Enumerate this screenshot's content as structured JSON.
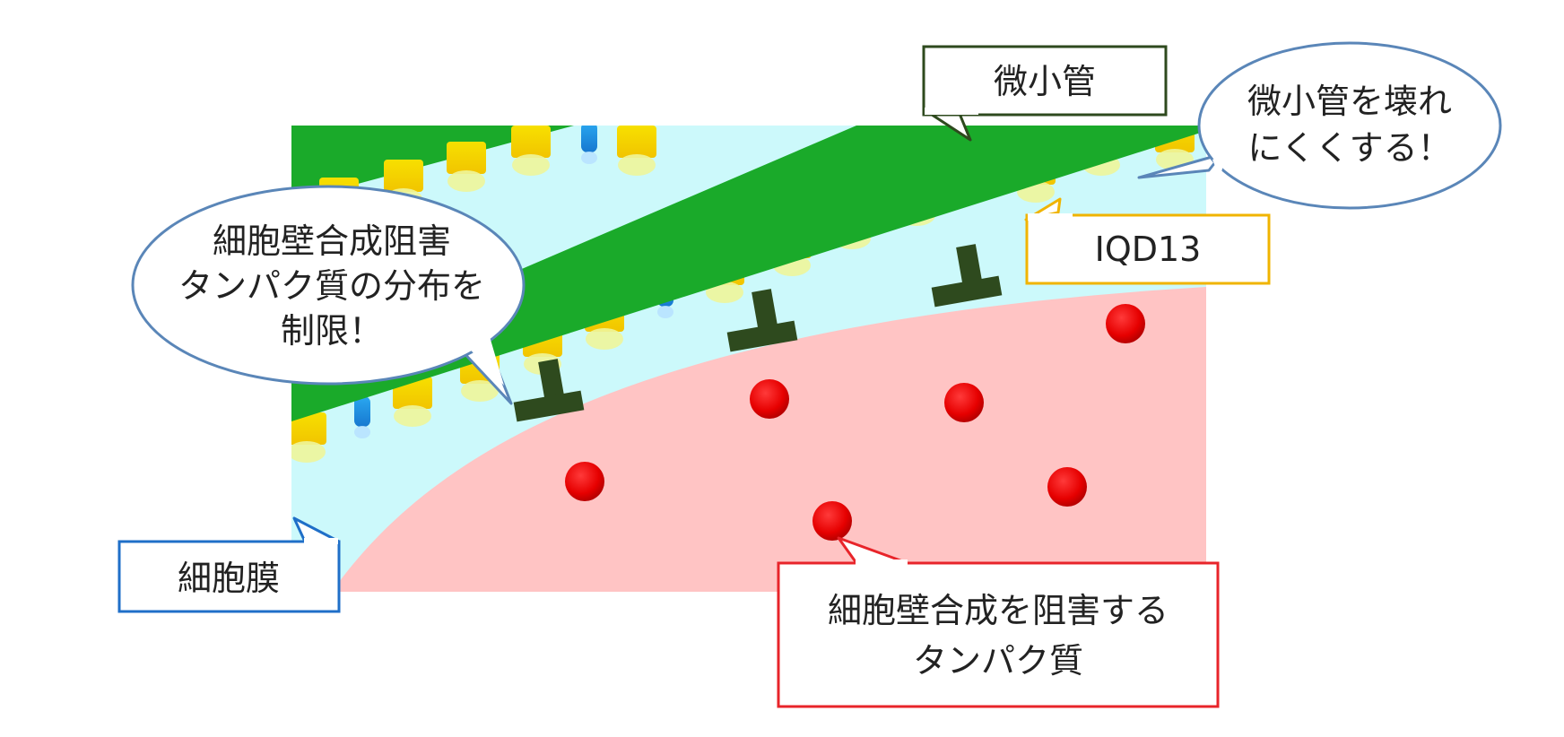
{
  "labels": {
    "microtubule": "微小管",
    "stabilize": [
      "微小管を壊れ",
      "にくくする！"
    ],
    "iqd13": "IQD13",
    "restrict": [
      "細胞壁合成阻害",
      "タンパク質の分布を",
      "制限！"
    ],
    "membrane": "細胞膜",
    "inhibitor_protein": [
      "細胞壁合成を阻害する",
      "タンパク質"
    ]
  },
  "colors": {
    "microtubule": "#1aaa2a",
    "cytoplasm": "#ccf9fb",
    "membrane_region": "#ffc4c4",
    "iqd13": "#f2d400",
    "blue_protein": "#1c8fe0",
    "anchor": "#2e4a1e",
    "dot": "#ee0a0a",
    "box_microtubule": "#2e4a1e",
    "box_iqd13": "#f0b400",
    "box_membrane": "#1f6fc8",
    "box_inhibitor": "#e8242a",
    "bubble_border": "#5a86b8"
  },
  "icons": [
    "t-shaped-anchor-icon",
    "red-dot-icon"
  ]
}
